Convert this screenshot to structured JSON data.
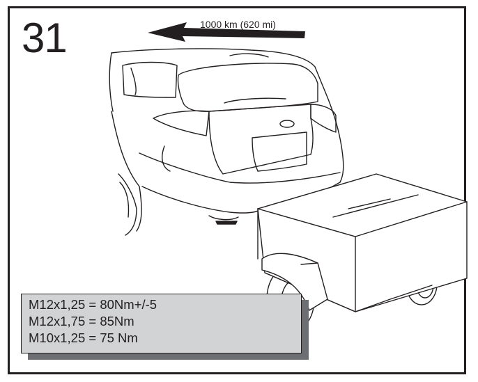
{
  "step": {
    "number": "31"
  },
  "distance": {
    "label": "1000 km (620 mi)"
  },
  "torque": {
    "lines": [
      "M12x1,25 = 80Nm+/-5",
      "M12x1,75 = 85Nm",
      "M10x1,25 = 75 Nm"
    ]
  },
  "icons": {
    "arrow": "left-arrow-icon",
    "wrench": "torque-wrench-icon",
    "car": "car-rear-illustration",
    "trailer": "trailer-illustration"
  },
  "colors": {
    "line": "#231f20",
    "panel": "#d1d3d4",
    "shadow": "#6d6e71"
  }
}
